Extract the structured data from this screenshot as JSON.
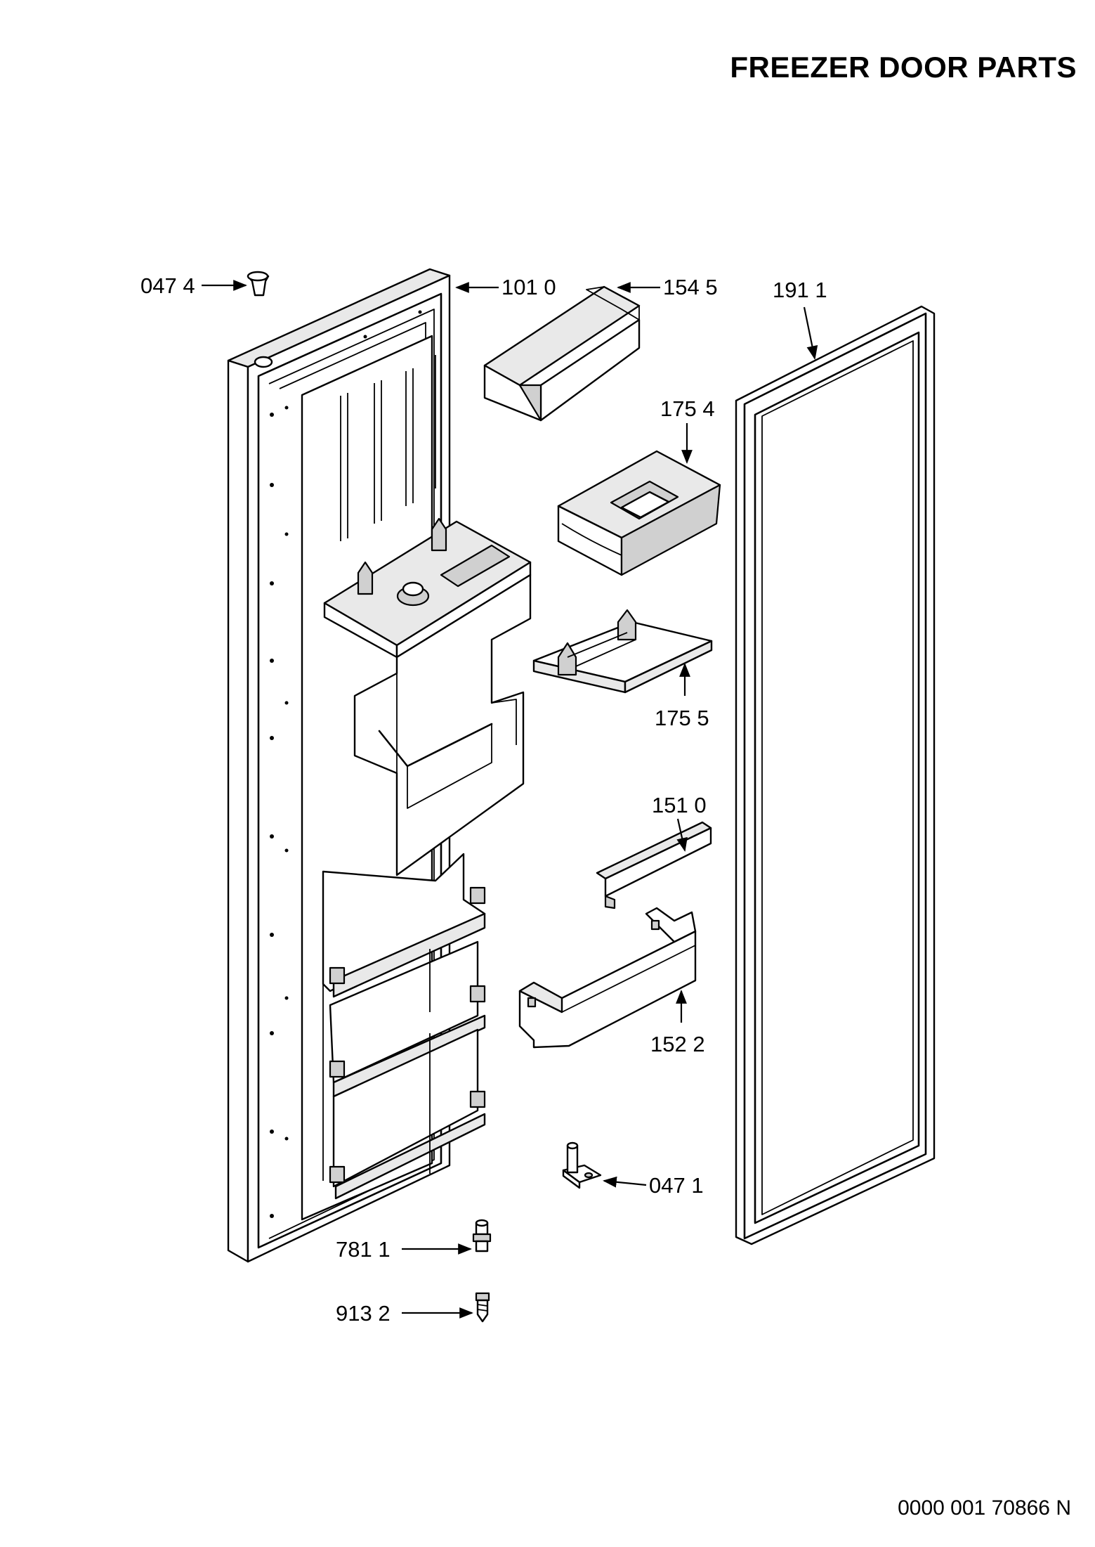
{
  "header": {
    "title": "FREEZER DOOR PARTS"
  },
  "footer": {
    "document_code": "0000 001 70866 N"
  },
  "callouts": [
    {
      "id": "0474",
      "label": "047 4",
      "part": "door-cap"
    },
    {
      "id": "1010",
      "label": "101 0",
      "part": "freezer-door-panel"
    },
    {
      "id": "1545",
      "label": "154 5",
      "part": "upper-door-shelf"
    },
    {
      "id": "1911",
      "label": "191 1",
      "part": "door-gasket"
    },
    {
      "id": "1754",
      "label": "175 4",
      "part": "ice-tray-cover"
    },
    {
      "id": "1755",
      "label": "175 5",
      "part": "ice-tray-base"
    },
    {
      "id": "1510",
      "label": "151 0",
      "part": "shelf-rail"
    },
    {
      "id": "1522",
      "label": "152 2",
      "part": "lower-door-shelf"
    },
    {
      "id": "0471",
      "label": "047 1",
      "part": "hinge-pin"
    },
    {
      "id": "7811",
      "label": "781 1",
      "part": "bushing"
    },
    {
      "id": "9132",
      "label": "913 2",
      "part": "screw"
    }
  ],
  "colors": {
    "line": "#000000",
    "shade": "#e9e9e9",
    "dark_shade": "#d0d0d0",
    "background": "#ffffff"
  }
}
